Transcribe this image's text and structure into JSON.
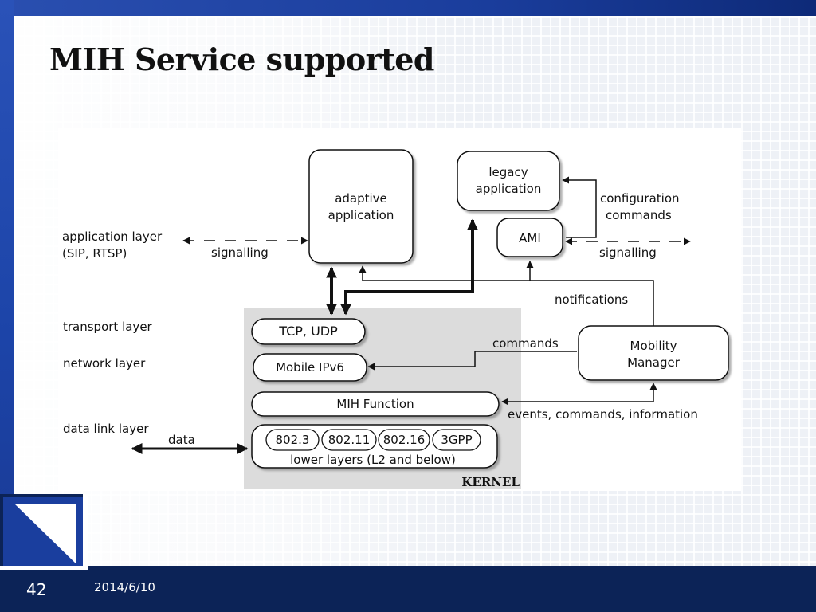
{
  "slide": {
    "title": "MIH Service supported",
    "number": "42",
    "date": "2014/6/10"
  },
  "diagram": {
    "nodes": {
      "adaptive_app": [
        "adaptive",
        "application"
      ],
      "legacy_app": [
        "legacy",
        "application"
      ],
      "ami": "AMI",
      "tcp_udp": "TCP, UDP",
      "mobile_ipv6": "Mobile IPv6",
      "mih_function": "MIH Function",
      "mobility_manager": [
        "Mobility",
        "Manager"
      ],
      "lower_layers": "lower layers (L2 and below)",
      "tech_802_3": "802.3",
      "tech_802_11": "802.11",
      "tech_802_16": "802.16",
      "tech_3gpp": "3GPP",
      "kernel": "KERNEL"
    },
    "layer_labels": {
      "application": [
        "application layer",
        "(SIP, RTSP)"
      ],
      "transport": "transport layer",
      "network": "network layer",
      "data_link": "data link layer"
    },
    "edge_labels": {
      "signalling_left": "signalling",
      "signalling_right": "signalling",
      "configuration_commands": [
        "configuration",
        "commands"
      ],
      "notifications": "notifications",
      "commands": "commands",
      "events": "events, commands, information",
      "data": "data"
    }
  }
}
